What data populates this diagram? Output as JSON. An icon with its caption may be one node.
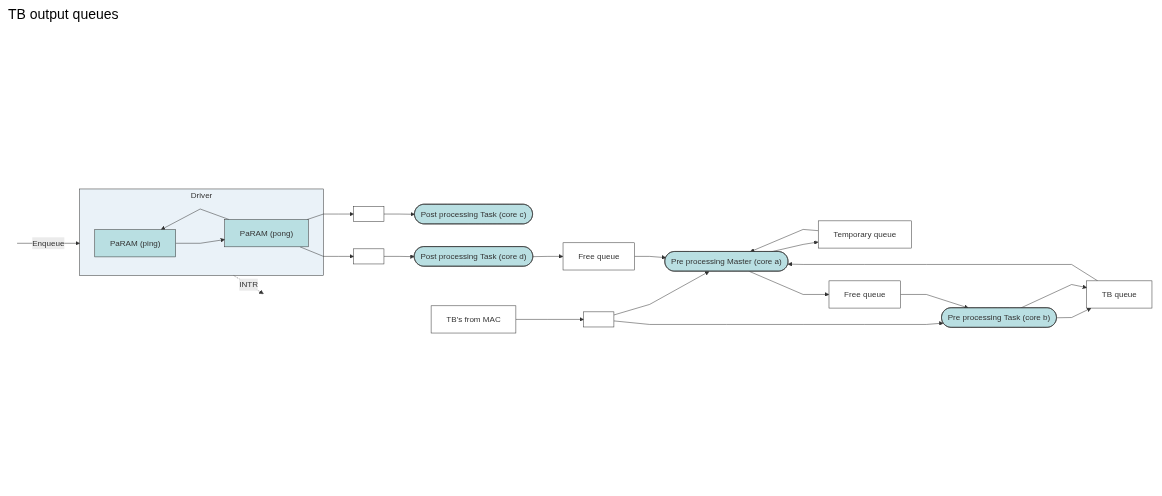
{
  "diagram": {
    "nodes": [
      {
        "text": [
          "TB’s from MAC"
        ]
      },
      {
        "text": [],
        "shape": "box"
      },
      {
        "text": [
          "Temporary queue"
        ]
      },
      {
        "text": [
          "Pre processing Task (core b)"
        ]
      },
      {
        "text": [
          "Pre processing Master (core a)"
        ]
      },
      {
        "text": [
          "TB  queue"
        ]
      },
      {
        "text": [
          "Free queue"
        ]
      },
      {
        "text": [
          "Driver"
        ]
      },
      {
        "text": [
          "PaRAM (ping)"
        ],
        "in": 7
      },
      {
        "text": [
          "PaRAM (pong)"
        ],
        "in": 7
      },
      {
        "text": [],
        "shape": "box"
      },
      {
        "text": [],
        "shape": "box"
      },
      {
        "text": [
          "Post processing Task (core c)"
        ]
      },
      {
        "text": [
          "Post processing Task (core d)"
        ]
      },
      {
        "text": [
          "Free queue"
        ]
      }
    ],
    "edges": [
      {
        "from": 0,
        "to": 1,
        "arrow": "to"
      },
      {
        "from": 1,
        "to": 3,
        "arrow": "to"
      },
      {
        "from": 1,
        "to": 4,
        "arrow": "to"
      },
      {
        "from": 4,
        "to": 2,
        "arrow": "to"
      },
      {
        "from": 2,
        "to": 4,
        "arrow": "to"
      },
      {
        "from": 3,
        "to": 5,
        "arrow": "to"
      },
      {
        "from": 3,
        "to": 5,
        "arrow": "to"
      },
      {
        "from": 5,
        "to": 4,
        "arrow": "to"
      },
      {
        "from": 4,
        "to": 6,
        "arrow": "to"
      },
      {
        "from": 6,
        "to": 3,
        "arrow": "to"
      },
      {
        "from": null,
        "to": 7,
        "label": "Enqueue",
        "arrow": "to"
      },
      {
        "from": 7,
        "to": null,
        "label": "INTR",
        "arrow": "to",
        "style": "dashed"
      },
      {
        "from": 8,
        "to": 9,
        "arrow": "to"
      },
      {
        "from": 9,
        "to": 8,
        "arrow": "to"
      },
      {
        "from": 9,
        "to": 10,
        "arrow": "to"
      },
      {
        "from": 9,
        "to": 11,
        "arrow": "to"
      },
      {
        "from": 10,
        "to": 12,
        "arrow": "to"
      },
      {
        "from": 11,
        "to": 13,
        "arrow": "to"
      },
      {
        "from": 13,
        "to": 14,
        "arrow": "to"
      },
      {
        "from": 14,
        "to": 4,
        "arrow": "to"
      }
    ],
    "labels": [
      "TB output queues"
    ]
  }
}
